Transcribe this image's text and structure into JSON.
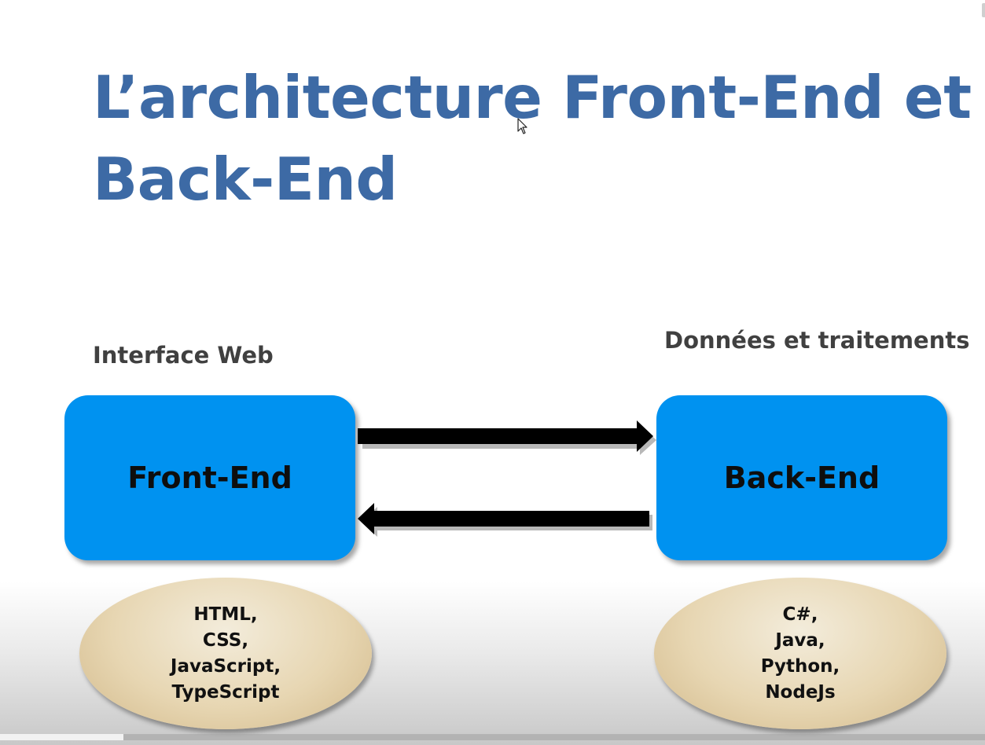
{
  "slide": {
    "title_line1": "L’architecture Front-End et",
    "title_line2": "Back-End",
    "title_color": "#3d6aa5",
    "left_caption": "Interface Web",
    "right_caption": "Données et traitements",
    "box_color": "#0092f0"
  },
  "front_end": {
    "label": "Front-End",
    "technologies": [
      "HTML,",
      "CSS,",
      "JavaScript,",
      "TypeScript"
    ]
  },
  "back_end": {
    "label": "Back-End",
    "technologies": [
      "C#,",
      "Java,",
      "Python,",
      "NodeJs"
    ]
  },
  "arrows": [
    {
      "direction": "right",
      "icon": "arrow-right-icon"
    },
    {
      "direction": "left",
      "icon": "arrow-left-icon"
    }
  ],
  "player": {
    "progress": 0.125
  }
}
